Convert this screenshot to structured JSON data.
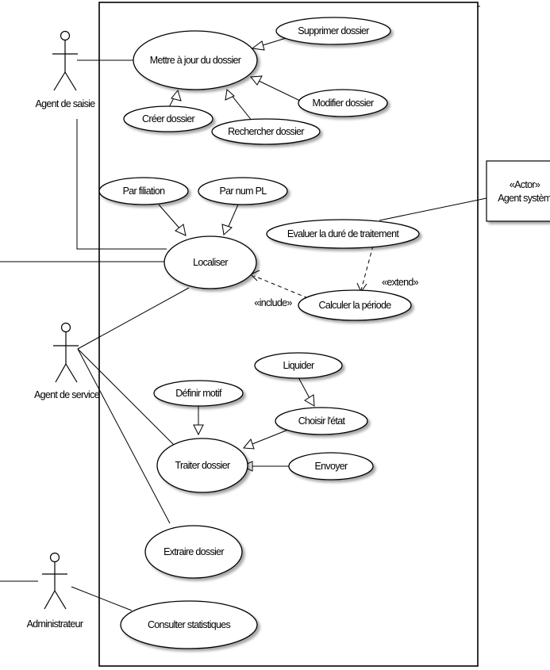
{
  "actors": {
    "agent_saisie": "Agent de saisie",
    "agent_service": "Agent de service",
    "administrateur": "Administrateur",
    "agent_systeme_stereotype": "«Actor»",
    "agent_systeme": "Agent système"
  },
  "use_cases": {
    "mettre_a_jour": "Mettre à jour du dossier",
    "supprimer": "Supprimer dossier",
    "modifier": "Modifier dossier",
    "creer": "Créer dossier",
    "rechercher": "Rechercher dossier",
    "par_filiation": "Par filiation",
    "par_num_pl": "Par num PL",
    "evaluer": "Evaluer la duré de traitement",
    "localiser": "Localiser",
    "calculer": "Calculer la période",
    "liquider": "Liquider",
    "definir_motif": "Définir motif",
    "choisir_etat": "Choisir l'état",
    "traiter": "Traiter dossier",
    "envoyer": "Envoyer",
    "extraire": "Extraire dossier",
    "consulter": "Consulter statistiques"
  },
  "stereotypes": {
    "extend": "«extend»",
    "include": "«include»"
  }
}
